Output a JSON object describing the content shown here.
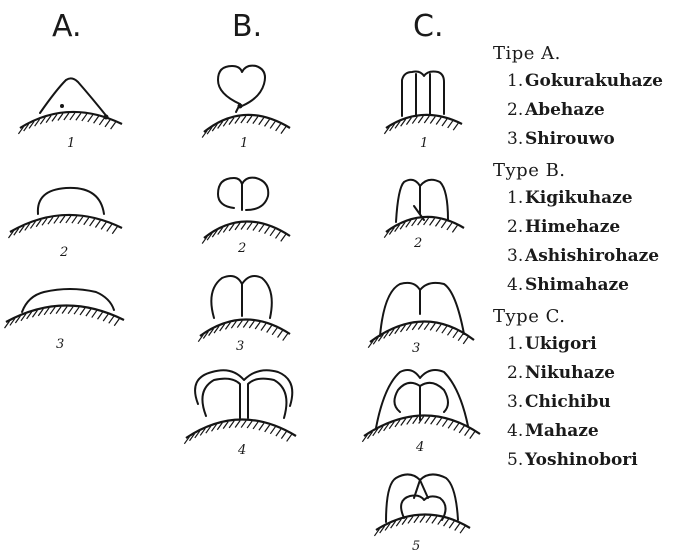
{
  "columns": [
    {
      "heading": "A.",
      "figures": [
        "1",
        "2",
        "3"
      ]
    },
    {
      "heading": "B.",
      "figures": [
        "1",
        "2",
        "3",
        "4"
      ]
    },
    {
      "heading": "C.",
      "figures": [
        "1",
        "2",
        "3",
        "4",
        "5"
      ]
    }
  ],
  "legend": [
    {
      "title": "Tipe   A.",
      "items": [
        {
          "num": "1.",
          "name": "Gokurakuhaze"
        },
        {
          "num": "2.",
          "name": "Abehaze"
        },
        {
          "num": "3.",
          "name": "Shirouwo"
        }
      ]
    },
    {
      "title": "Type   B.",
      "items": [
        {
          "num": "1.",
          "name": "Kigikuhaze"
        },
        {
          "num": "2.",
          "name": "Himehaze"
        },
        {
          "num": "3.",
          "name": "Ashishirohaze"
        },
        {
          "num": "4.",
          "name": "Shimahaze"
        }
      ]
    },
    {
      "title": "Type   C.",
      "items": [
        {
          "num": "1.",
          "name": "Ukigori"
        },
        {
          "num": "2.",
          "name": "Nikuhaze"
        },
        {
          "num": "3.",
          "name": "Chichibu"
        },
        {
          "num": "4.",
          "name": "Mahaze"
        },
        {
          "num": "5.",
          "name": "Yoshinobori"
        }
      ]
    }
  ]
}
